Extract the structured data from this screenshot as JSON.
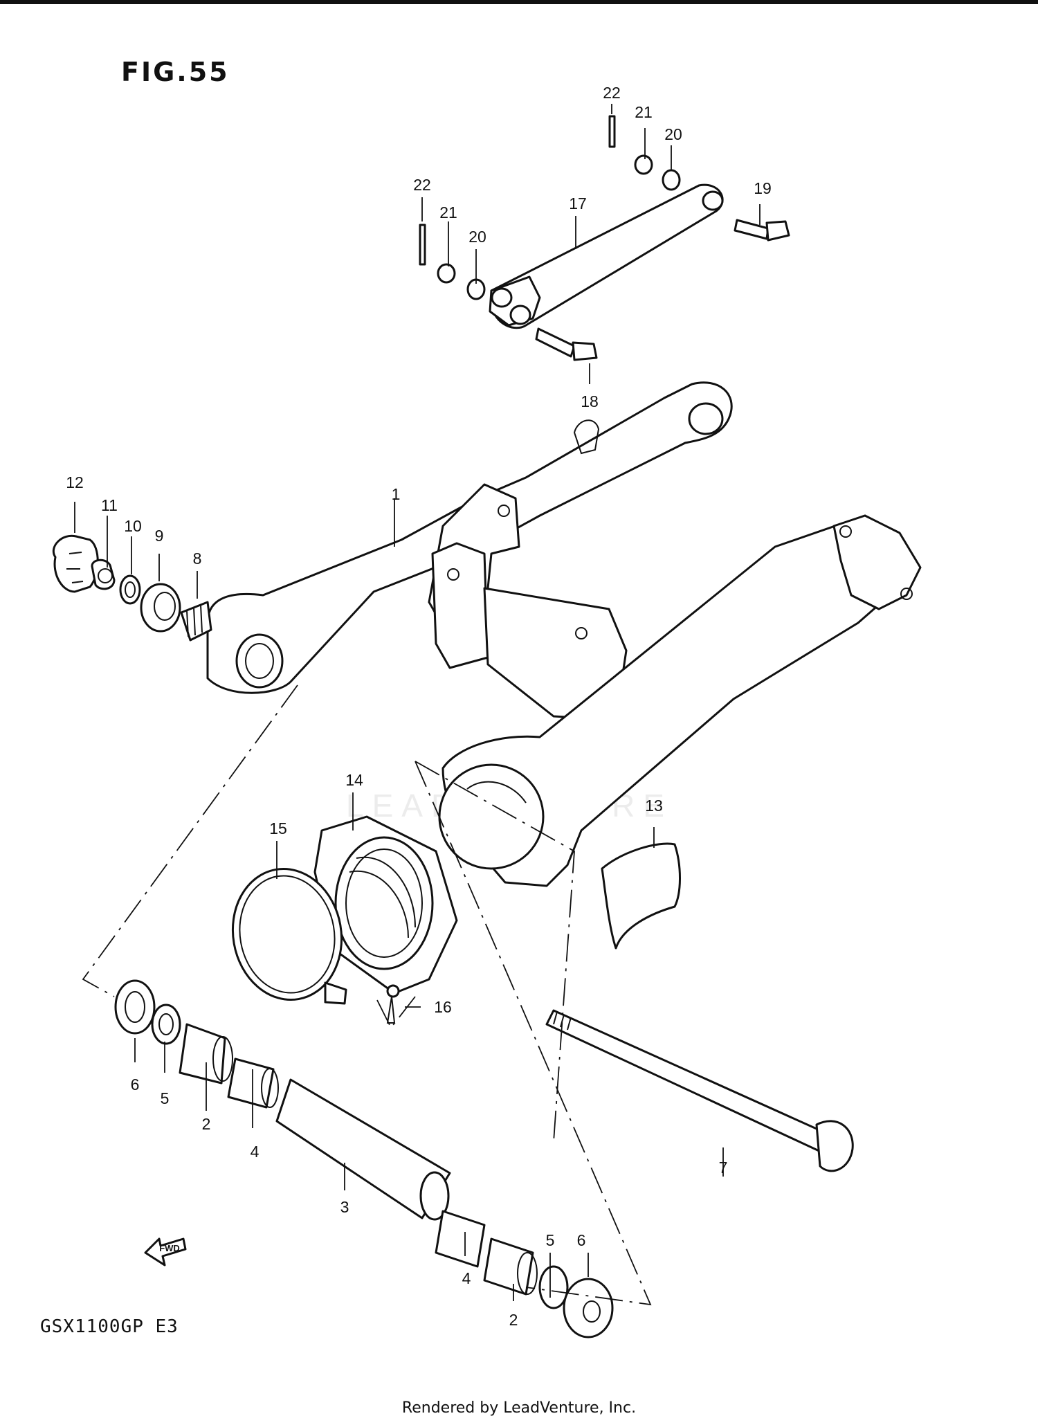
{
  "figure_title": "FIG.55",
  "model_code": "GSX1100GP  E3",
  "footer_text": "Rendered by LeadVenture, Inc.",
  "watermark_text": "LEADVENTURE",
  "fwd_arrow_text": "FWD",
  "callouts": [
    "1",
    "2",
    "2",
    "3",
    "4",
    "4",
    "5",
    "5",
    "6",
    "6",
    "7",
    "8",
    "9",
    "10",
    "11",
    "12",
    "13",
    "14",
    "15",
    "16",
    "17",
    "18",
    "19",
    "20",
    "20",
    "21",
    "21",
    "22",
    "22"
  ]
}
